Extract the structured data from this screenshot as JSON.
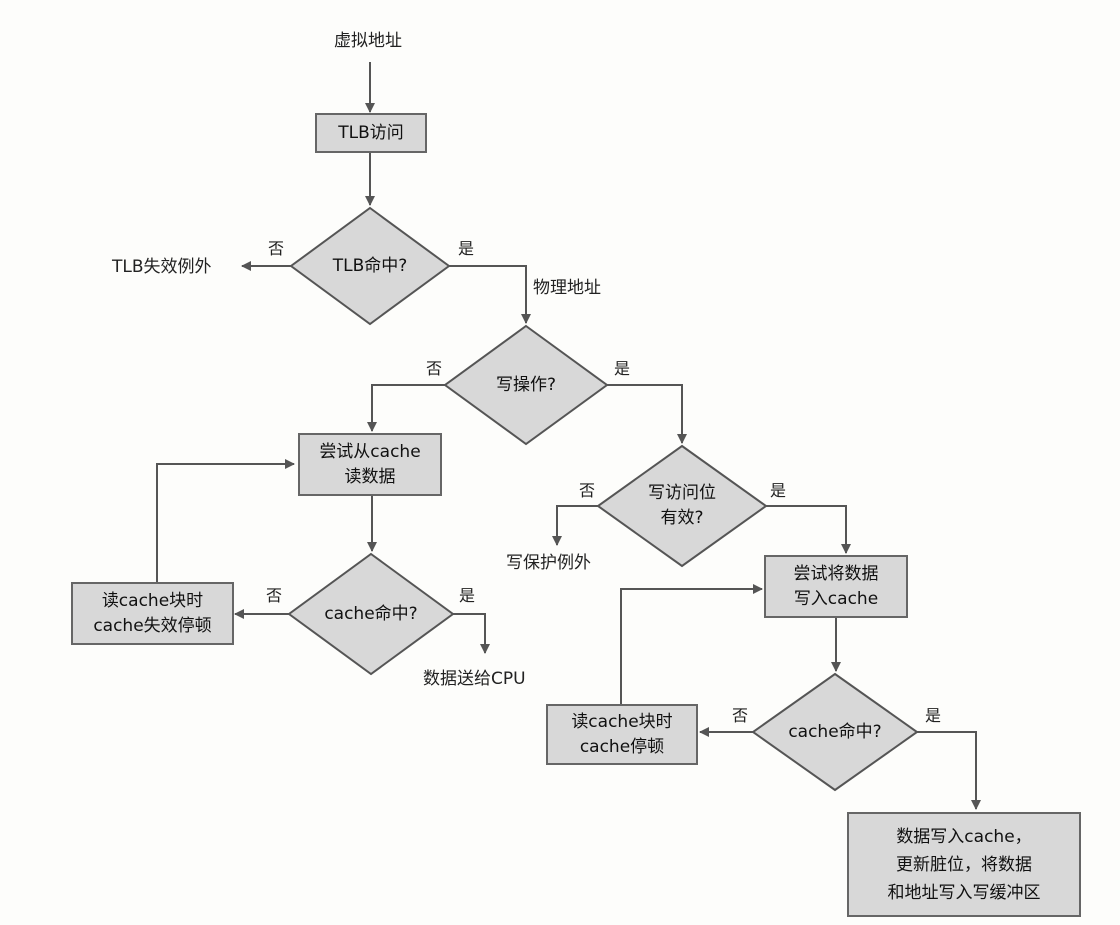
{
  "diagram": {
    "start_label": "虚拟地址",
    "physical_address_label": "物理地址",
    "boxes": {
      "tlb_access": "TLB访问",
      "try_read": "尝试从cache\n读数据",
      "read_stall": "读cache块时\ncache失效停顿",
      "try_write": "尝试将数据\n写入cache",
      "write_stall": "读cache块时\ncache停顿",
      "write_buffer": "数据写入cache，\n更新脏位，将数据\n和地址写入写缓冲区"
    },
    "decisions": {
      "tlb_hit": "TLB命中?",
      "write_op": "写操作?",
      "write_perm": "写访问位\n有效?",
      "read_cache_hit": "cache命中?",
      "write_cache_hit": "cache命中?"
    },
    "outcomes": {
      "tlb_miss": "TLB失效例外",
      "write_protect": "写保护例外",
      "send_cpu": "数据送给CPU"
    },
    "branch": {
      "yes": "是",
      "no": "否"
    }
  }
}
